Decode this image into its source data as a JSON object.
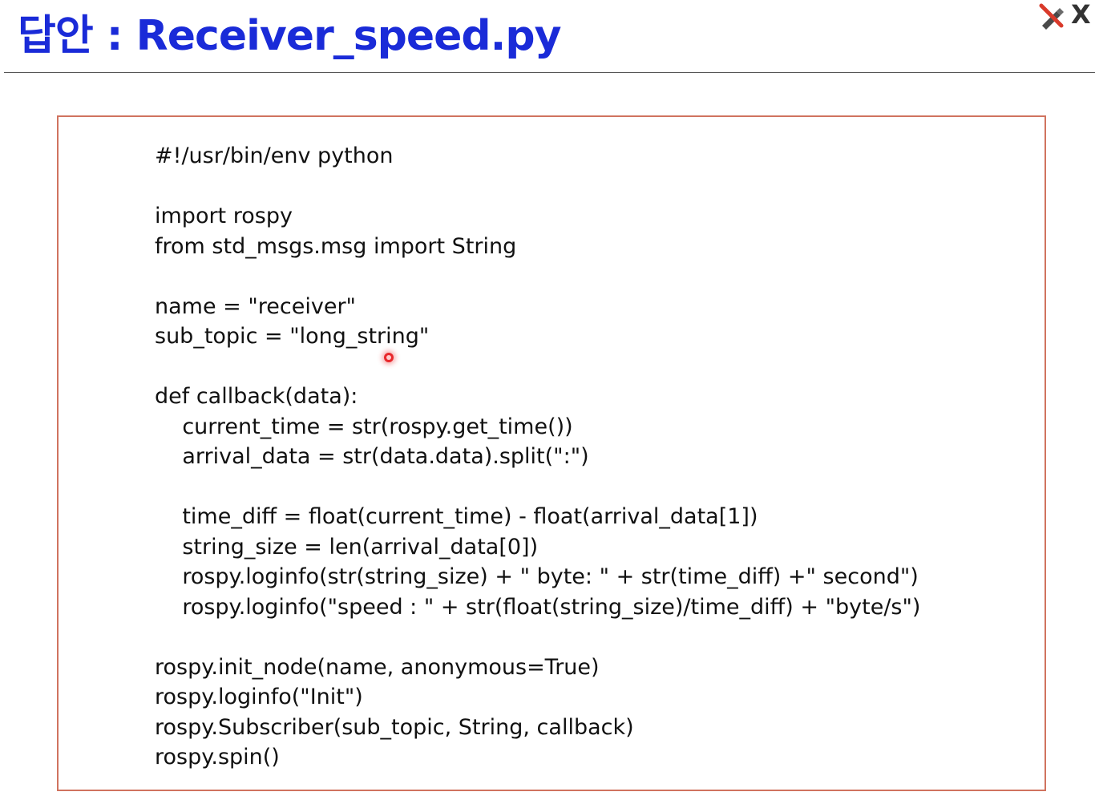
{
  "slide": {
    "title": "답안 : Receiver_speed.py"
  },
  "toolbar": {
    "pen_icon": "pen-off-icon",
    "close_label": "X"
  },
  "pointer": {
    "icon": "laser-pointer-icon",
    "color": "#e8282c"
  },
  "code": {
    "lines": [
      "#!/usr/bin/env python",
      "",
      "import rospy",
      "from std_msgs.msg import String",
      "",
      "name = \"receiver\"",
      "sub_topic = \"long_string\"",
      "",
      "def callback(data):",
      "    current_time = str(rospy.get_time())",
      "    arrival_data = str(data.data).split(\":\")",
      "",
      "    time_diff = float(current_time) - float(arrival_data[1])",
      "    string_size = len(arrival_data[0])",
      "    rospy.loginfo(str(string_size) + \" byte: \" + str(time_diff) +\" second\")",
      "    rospy.loginfo(\"speed : \" + str(float(string_size)/time_diff) + \"byte/s\")",
      "",
      "rospy.init_node(name, anonymous=True)",
      "rospy.loginfo(\"Init\")",
      "rospy.Subscriber(sub_topic, String, callback)",
      "rospy.spin()"
    ]
  },
  "colors": {
    "title": "#1a2bd8",
    "box_border": "#d0735f",
    "code_text": "#111111"
  }
}
